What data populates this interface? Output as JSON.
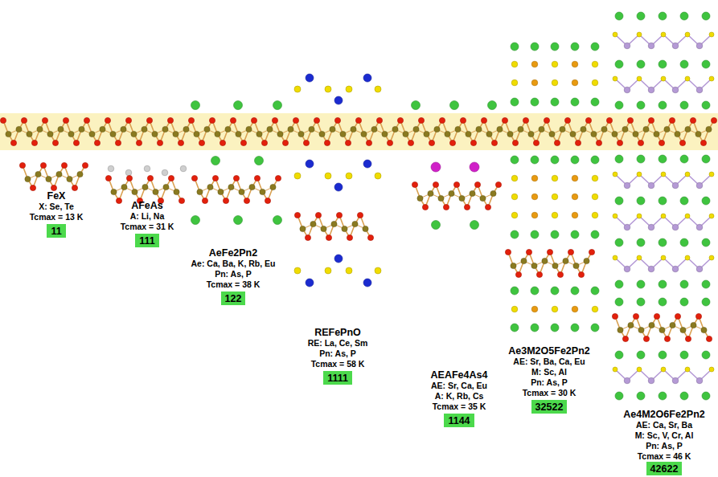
{
  "diagram": {
    "nodes": [
      {
        "text": [
          "11"
        ]
      },
      {
        "text": [
          "111"
        ]
      },
      {
        "text": [
          "122"
        ]
      },
      {
        "text": [
          "1111"
        ]
      },
      {
        "text": [
          "1144"
        ]
      },
      {
        "text": [
          "32522"
        ]
      },
      {
        "text": [
          "42622"
        ]
      }
    ],
    "labels": [
      "FeX",
      "X: Se, Te",
      "Tcmax = 13 K",
      "AFeAs",
      "A: Li, Na",
      "Tcmax = 31 K",
      "AeFe2Pn2",
      "Ae: Ca, Ba, K, Rb, Eu",
      "Pn: As, P",
      "Tcmax = 38 K",
      "REFePnO",
      "RE: La, Ce, Sm",
      "Pn: As, P",
      "Tcmax = 58 K",
      "AEAFe4As4",
      "AE: Sr, Ca, Eu",
      "A: K, Rb, Cs",
      "Tcmax = 35 K",
      "Ae3M2O5Fe2Pn2",
      "AE: Sr, Ba, Ca, Eu",
      "M: Sc, Al",
      "Pn: As, P",
      "Tcmax = 30 K",
      "Ae4M2O6Fe2Pn2",
      "AE: Ca, Sr, Ba",
      "M: Sc, V, Cr, Al",
      "Pn: As, P",
      "Tcmax = 46 K"
    ]
  }
}
